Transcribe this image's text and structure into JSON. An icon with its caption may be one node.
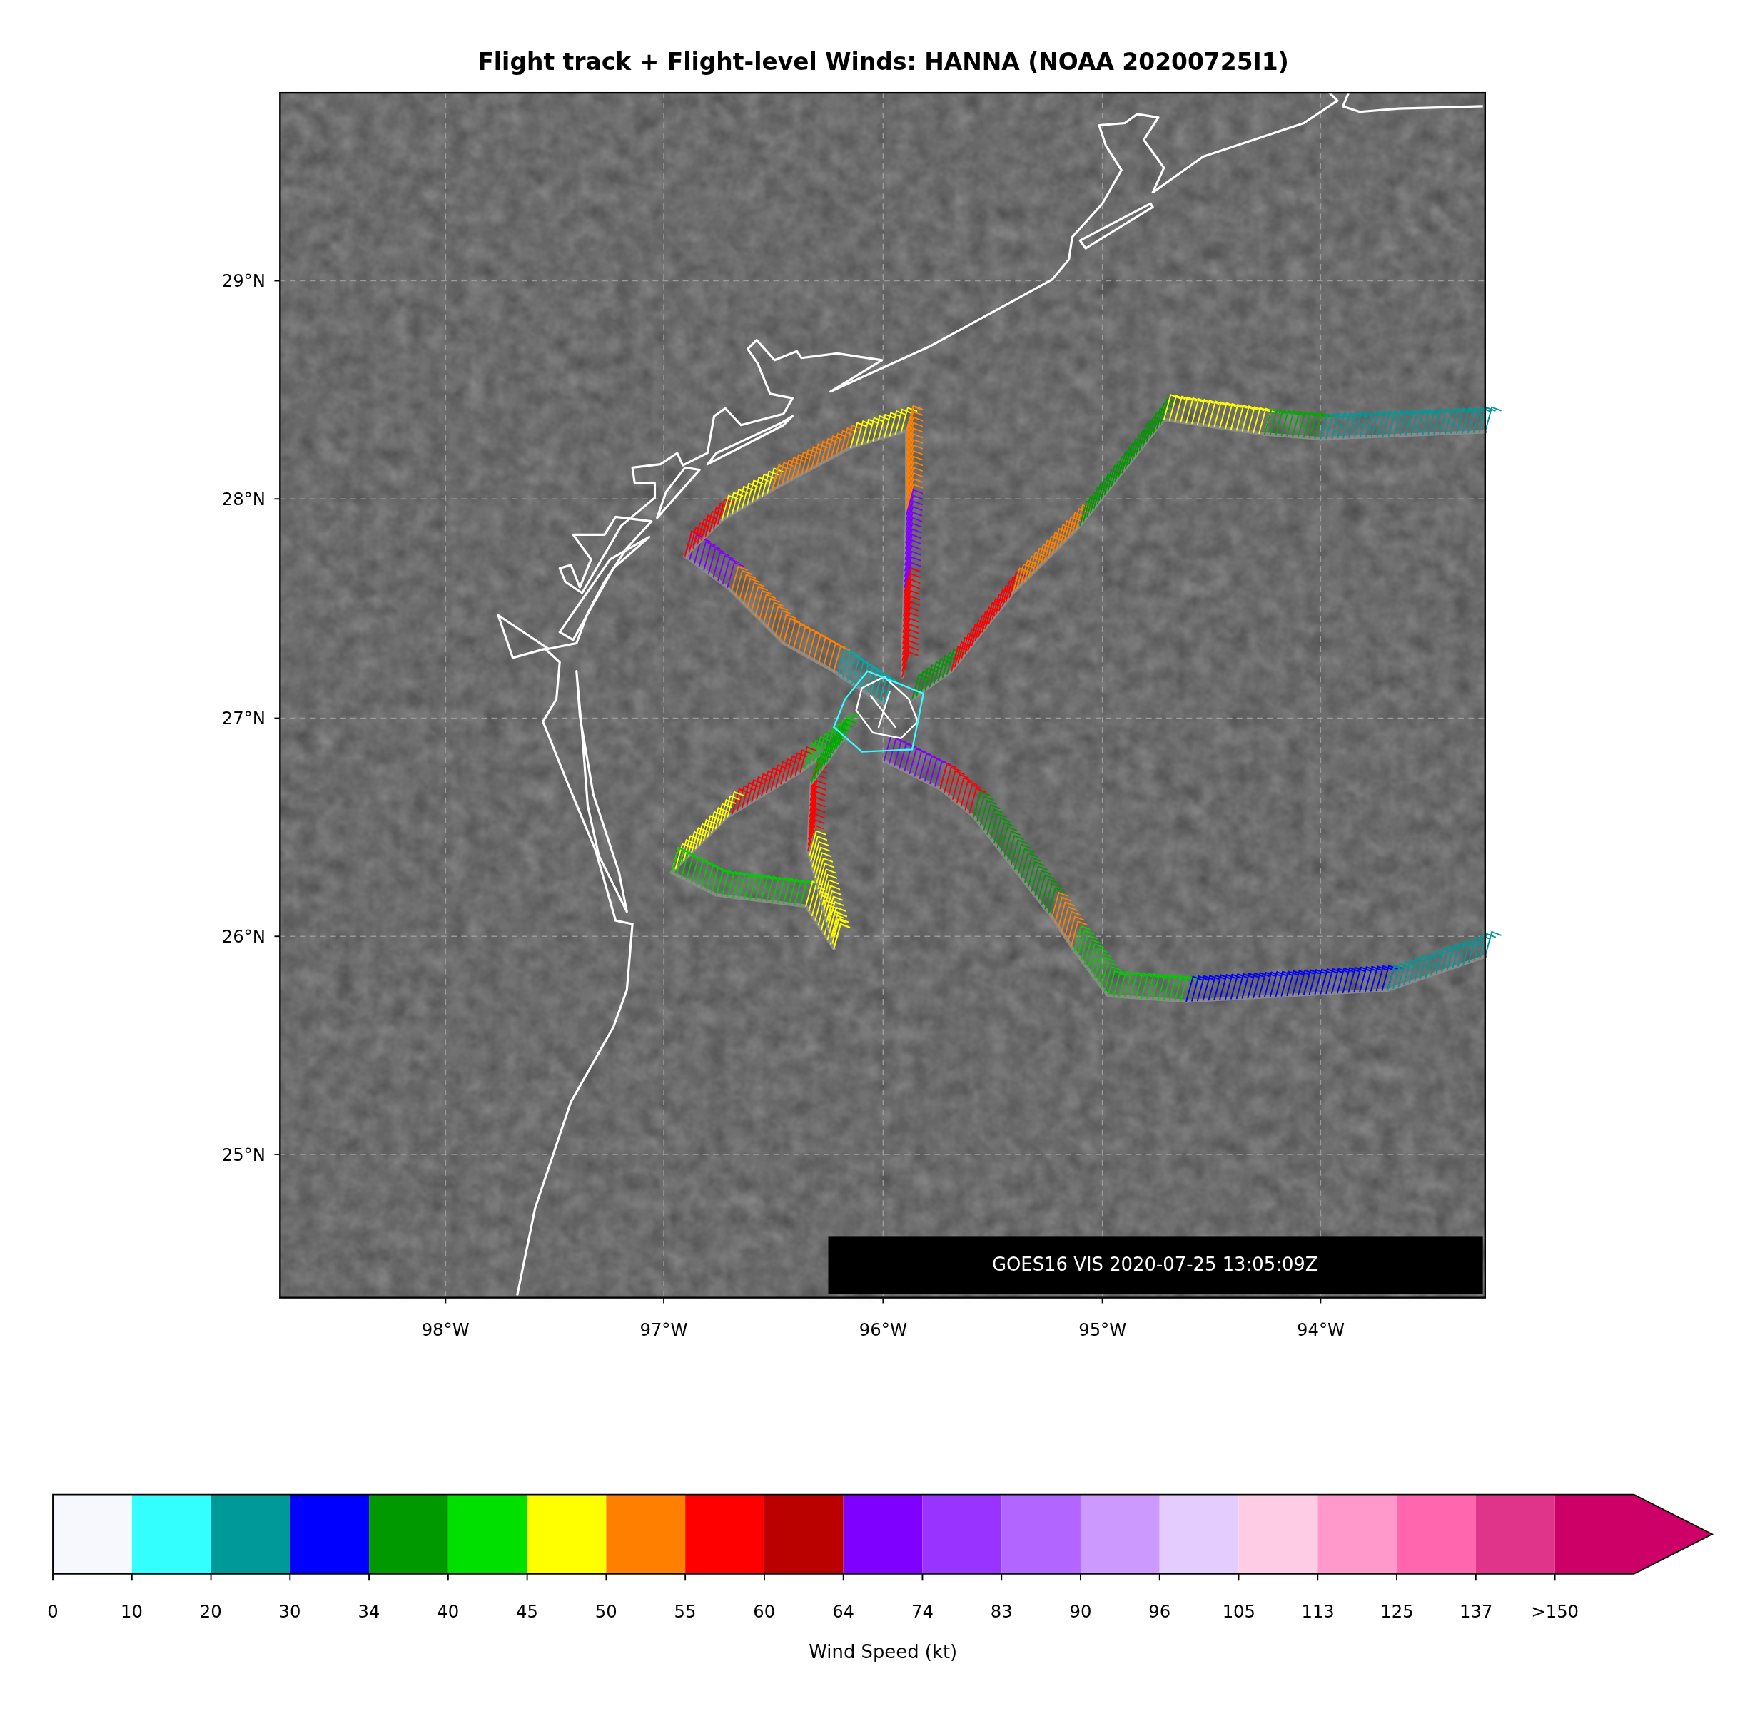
{
  "diagram": {
    "title": "Flight track + Flight-level Winds: HANNA (NOAA 20200725I1)",
    "labels": [
      "29°N",
      "28°N",
      "27°N",
      "26°N",
      "25°N",
      "GOES16 VIS 2020-07-25 13:05:09Z",
      "98°W",
      "97°W",
      "96°W",
      "95°W",
      "94°W",
      "Wind Speed (kt)"
    ],
    "legend": [
      {
        "text": "0",
        "color": "#f7f8fd"
      },
      {
        "text": "10",
        "color": "#33ffff"
      },
      {
        "text": "20",
        "color": "#009999"
      },
      {
        "text": "30",
        "color": "#0000ff"
      },
      {
        "text": "34",
        "color": "#009900"
      },
      {
        "text": "40",
        "color": "#00e000"
      },
      {
        "text": "45",
        "color": "#ffff00"
      },
      {
        "text": "50",
        "color": "#ff8000"
      },
      {
        "text": "55",
        "color": "#ff0000"
      },
      {
        "text": "60",
        "color": "#bb0000"
      },
      {
        "text": "64",
        "color": "#8000ff"
      },
      {
        "text": "74",
        "color": "#9933ff"
      },
      {
        "text": "83",
        "color": "#b266ff"
      },
      {
        "text": "90",
        "color": "#cc99ff"
      },
      {
        "text": "96",
        "color": "#e5ccff"
      },
      {
        "text": "105",
        "color": "#ffcce5"
      },
      {
        "text": "113",
        "color": "#ff99cc"
      },
      {
        "text": "125",
        "color": "#ff66ad"
      },
      {
        "text": "137",
        "color": "#e0338a"
      },
      {
        "text": ">150",
        "color": "#cc0066"
      }
    ]
  }
}
